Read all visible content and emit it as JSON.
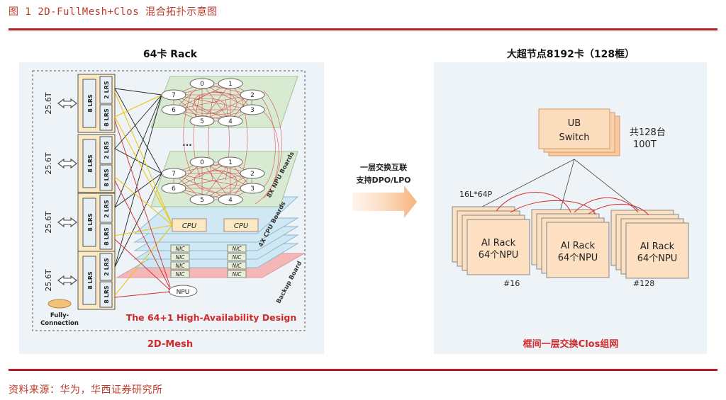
{
  "figure_title": "图 1 2D-FullMesh+Clos 混合拓扑示意图",
  "source": "资料来源：华为，华西证券研究所",
  "left_panel": {
    "title": "64卡 Rack",
    "bottom_label": "2D-Mesh",
    "design_label": "The 64+1 High-Availability Design",
    "bandwidth_labels": [
      "25.6T",
      "25.6T",
      "25.6T",
      "25.6T"
    ],
    "lrs_left": "8 LRS",
    "lrs_right_top": "2 LRS",
    "lrs_right_bottom": "8 LRS",
    "fully_connection": "Fully-Connection",
    "ellipsis": "...",
    "npu_nodes_top": [
      "0",
      "1",
      "2",
      "3",
      "4",
      "5",
      "6",
      "7"
    ],
    "npu_nodes_bottom": [
      "0",
      "1",
      "2",
      "3",
      "4",
      "5",
      "6",
      "7"
    ],
    "npu_boards_label": "8X NPU Boards",
    "cpu_labels": [
      "CPU",
      "CPU"
    ],
    "cpu_boards_label": "4X CPU Boards",
    "nic_label": "NIC",
    "npu_label": "NPU",
    "backup_board_label": "Backup Board"
  },
  "middle": {
    "line1": "一层交换互联",
    "line2": "支持DPO/LPO"
  },
  "right_panel": {
    "title": "大超节点8192卡（128框）",
    "switch_line1": "UB",
    "switch_line2": "Switch",
    "switch_count": "共128台",
    "switch_spec": "100T",
    "link_label": "16L*64P",
    "rack_line1": "AI Rack",
    "rack_line2": "64个NPU",
    "rack_ids": [
      "#16",
      "#128"
    ],
    "bottom_label": "框间一层交换Clos组网"
  },
  "colors": {
    "accent_red": "#c0392b",
    "npu_board_green": "#d9ead3",
    "cpu_board_blue": "#cfe8f3",
    "backup_board_pink": "#f4b6b6",
    "rack_orange": "#fde0c2",
    "switch_orange": "#f8c9a0"
  }
}
